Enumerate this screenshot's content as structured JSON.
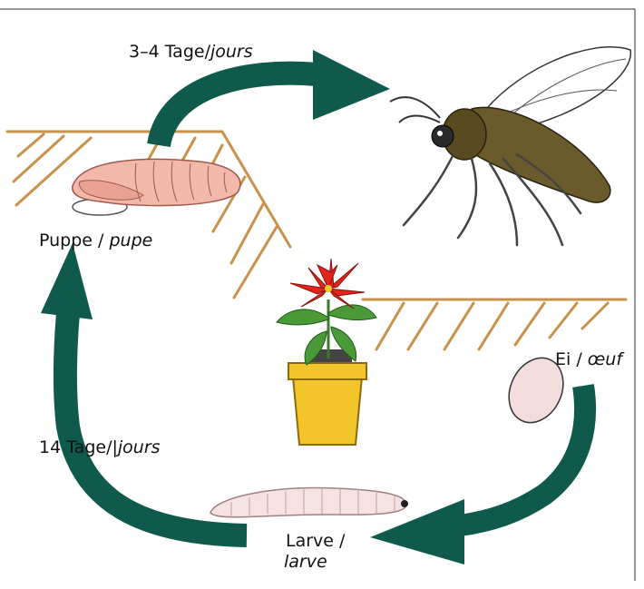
{
  "labels": {
    "top_arrow": {
      "de": "3–4 Tage/",
      "fr": "jours"
    },
    "pupa": {
      "de": "Puppe / ",
      "fr": "pupe"
    },
    "egg": {
      "de": "Ei / ",
      "fr": "œuf"
    },
    "left_arrow": {
      "de": "14 Tage/|",
      "fr": "jours"
    },
    "larva": {
      "de": "Larve /",
      "fr": "larve"
    }
  },
  "colors": {
    "arrow": "#0f5a4c",
    "soil_line": "#c8924a",
    "pupa": "#f2b9ab",
    "larva": "#f6e2e3",
    "egg": "#f3dcdc",
    "pot": "#f2c52a",
    "flower": "#e0251a",
    "leaves": "#4a9a3a",
    "gnat_body": "#6b5a2c"
  }
}
